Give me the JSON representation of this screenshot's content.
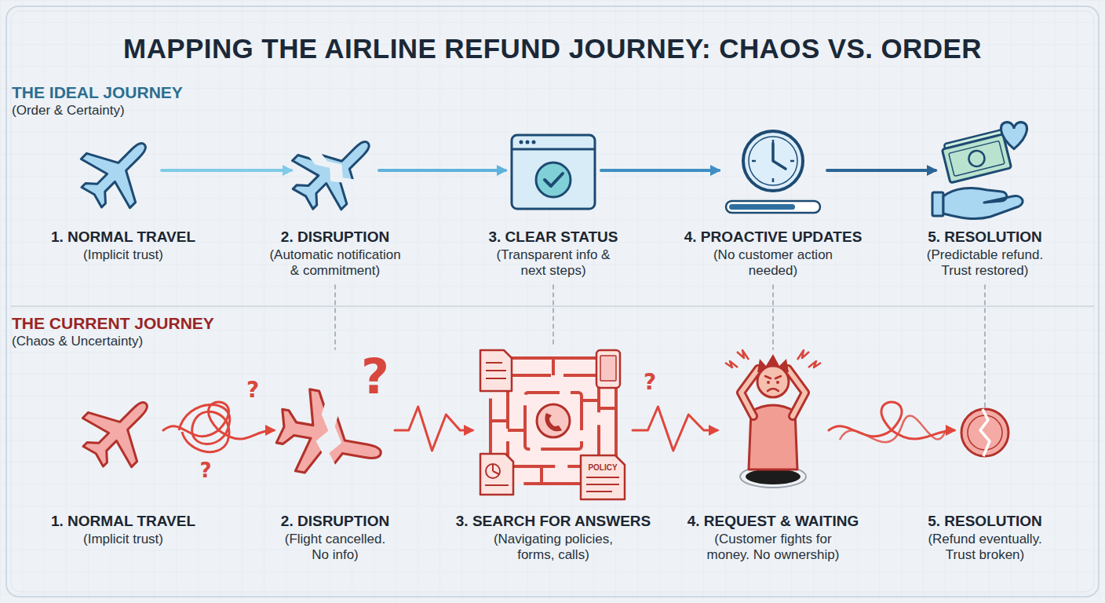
{
  "diagram": {
    "title": "MAPPING THE AIRLINE REFUND JOURNEY: CHAOS VS. ORDER",
    "nodes": [
      {
        "text": [
          "1. NORMAL TRAVEL",
          "(Implicit trust)"
        ]
      },
      {
        "text": [
          "2. DISRUPTION",
          "(Automatic notification & commitment)"
        ]
      },
      {
        "text": [
          "3. CLEAR STATUS",
          "(Transparent info & next steps)"
        ]
      },
      {
        "text": [
          "4. PROACTIVE UPDATES",
          "(No customer action needed)"
        ]
      },
      {
        "text": [
          "5. RESOLUTION",
          "(Predictable refund. Trust restored)"
        ]
      },
      {
        "text": [
          "1. NORMAL TRAVEL",
          "(Implicit trust)"
        ]
      },
      {
        "text": [
          "2. DISRUPTION",
          "(Flight cancelled. No info)"
        ]
      },
      {
        "text": [
          "3. SEARCH FOR ANSWERS",
          "(Navigating policies, forms, calls)"
        ]
      },
      {
        "text": [
          "4. REQUEST & WAITING",
          "(Customer fights for money. No ownership)"
        ]
      },
      {
        "text": [
          "5. RESOLUTION",
          "(Refund eventually. Trust broken)"
        ]
      }
    ],
    "edges": [
      {
        "from": 0,
        "to": 1,
        "arrow": "to"
      },
      {
        "from": 1,
        "to": 2,
        "arrow": "to"
      },
      {
        "from": 2,
        "to": 3,
        "arrow": "to"
      },
      {
        "from": 3,
        "to": 4,
        "arrow": "to"
      },
      {
        "from": 5,
        "to": 6,
        "arrow": "to"
      },
      {
        "from": 6,
        "to": 7,
        "arrow": "to"
      },
      {
        "from": 7,
        "to": 8,
        "arrow": "to"
      },
      {
        "from": 8,
        "to": 9,
        "arrow": "to"
      },
      {
        "from": 1,
        "to": 6,
        "arrow": "none"
      },
      {
        "from": 2,
        "to": 7,
        "arrow": "none"
      },
      {
        "from": 3,
        "to": 8,
        "arrow": "none"
      },
      {
        "from": 4,
        "to": 9,
        "arrow": "none"
      }
    ],
    "labels": [
      "THE IDEAL JOURNEY",
      "(Order & Certainty)",
      "THE CURRENT JOURNEY",
      "(Chaos & Uncertainty)",
      "?",
      "?",
      "?",
      "?",
      "POLICY"
    ]
  }
}
